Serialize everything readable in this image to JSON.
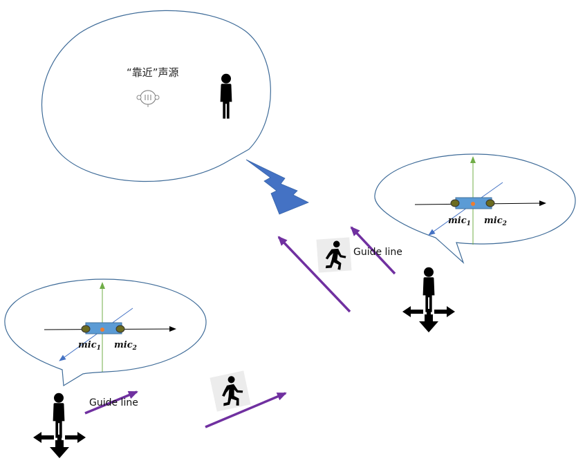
{
  "source_label": "“靠近”声源",
  "guide_label_left": "Guide line",
  "guide_label_right": "Guide line",
  "mic1": "mic",
  "mic1_sub": "1",
  "mic2": "mic",
  "mic2_sub": "2",
  "colors": {
    "bubble_stroke": "#3e6b98",
    "arrow_purple": "#7030a0",
    "axis_green": "#70ad47",
    "axis_blue": "#4472c4",
    "board_fill": "#5b9bd5",
    "mic_fill": "#6b6b20",
    "center_dot": "#ed7d31",
    "lightning": "#4472c4",
    "person": "#000000"
  },
  "icons": [
    "person-icon",
    "running-person-icon",
    "move-arrows-icon",
    "sound-source-icon",
    "lightning-icon"
  ]
}
